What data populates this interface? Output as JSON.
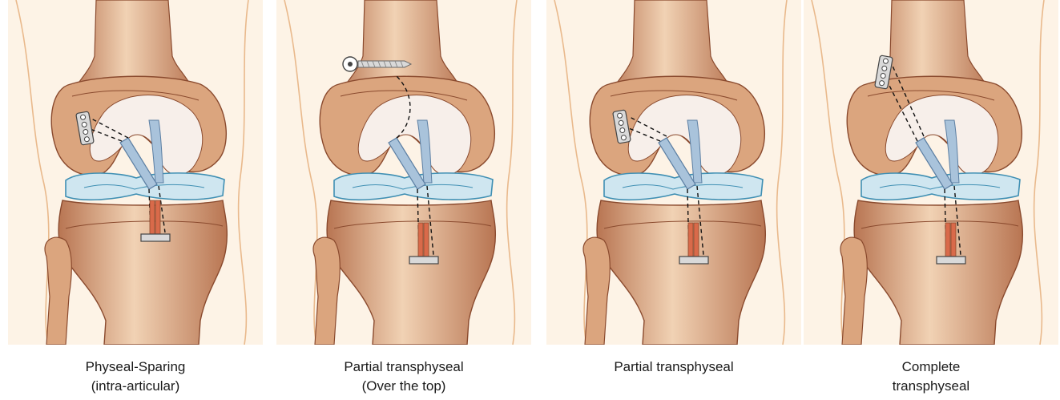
{
  "figure": {
    "panels": [
      {
        "id": "physeal-sparing",
        "caption_line1": "Physeal-Sparing",
        "caption_line2": "(intra-articular)",
        "femoral_fixation": "plate-lateral",
        "tunnel": "intra-articular"
      },
      {
        "id": "partial-over-the-top",
        "caption_line1": "Partial transphyseal",
        "caption_line2": "(Over the top)",
        "femoral_fixation": "screw-over-the-top",
        "tunnel": "over-the-top"
      },
      {
        "id": "partial-transphyseal",
        "caption_line1": "Partial transphyseal",
        "caption_line2": "",
        "femoral_fixation": "plate-lateral",
        "tunnel": "partial"
      },
      {
        "id": "complete-transphyseal",
        "caption_line1": "Complete",
        "caption_line2": "transphyseal",
        "femoral_fixation": "plate-high",
        "tunnel": "complete"
      }
    ],
    "colors": {
      "skin": "#fdf3e6",
      "skin_edge": "#e9b98c",
      "bone": "#dba57e",
      "bone_light": "#f1d2b4",
      "bone_dark": "#b87552",
      "outline": "#8a4a2e",
      "cartilage": "#f7efea",
      "meniscus": "#cfe6f0",
      "meniscus_edge": "#3f8fb3",
      "ligament": "#a9c3db",
      "ligament_edge": "#5c7fa3",
      "hardware": "#d9d9d9",
      "graft_red": "#d96a4a"
    }
  }
}
